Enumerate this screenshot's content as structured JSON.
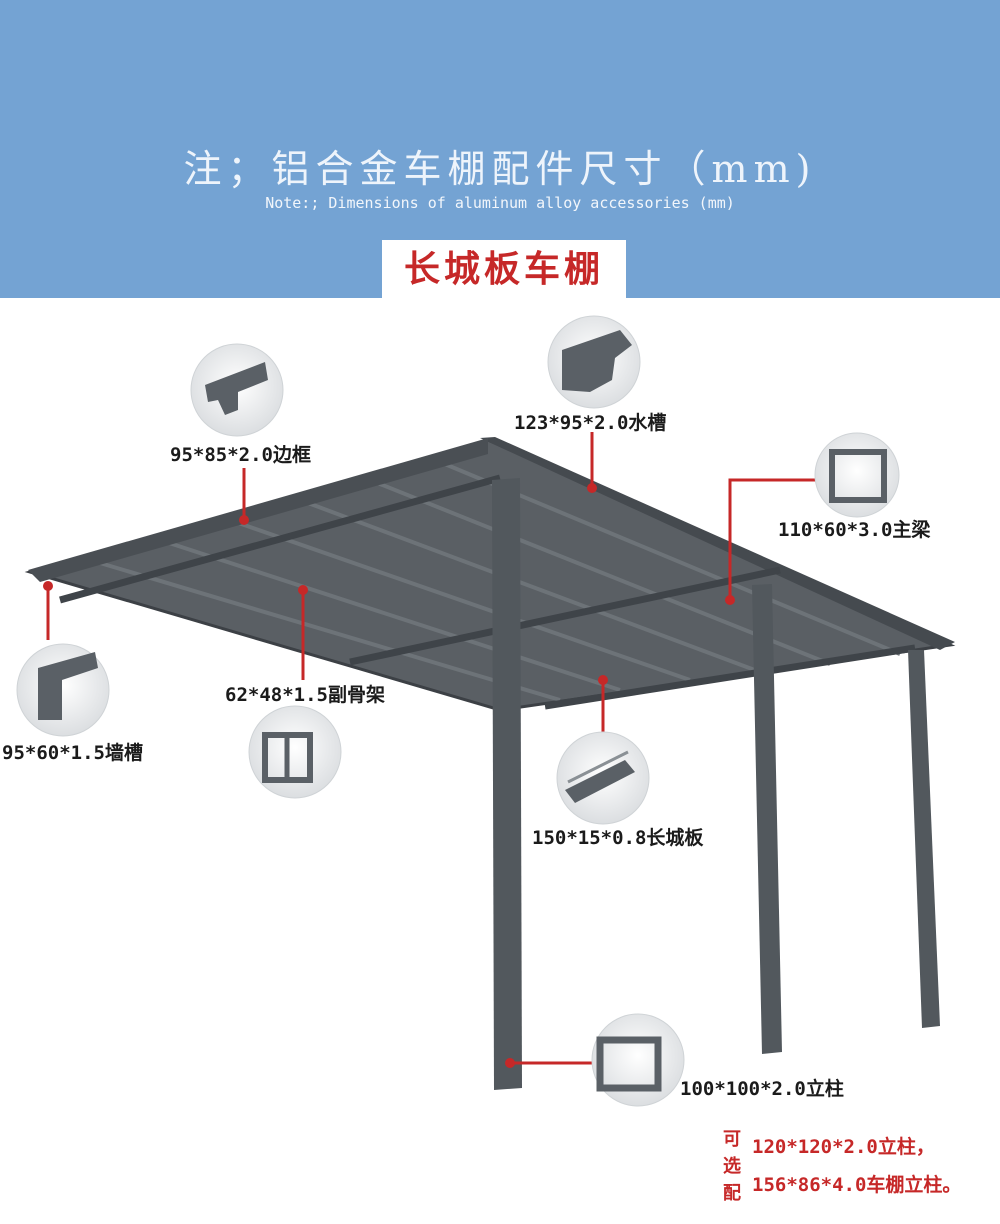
{
  "header": {
    "title_cn": "注；铝合金车棚配件尺寸（mm)",
    "title_en": "Note:; Dimensions of aluminum alloy accessories (mm)",
    "bg_color": "#74a3d3"
  },
  "product_title": "长城板车棚",
  "parts": [
    {
      "name": "edge-frame",
      "label": "95*85*2.0边框"
    },
    {
      "name": "gutter",
      "label": "123*95*2.0水槽"
    },
    {
      "name": "main-beam",
      "label": "110*60*3.0主梁"
    },
    {
      "name": "sub-frame",
      "label": "62*48*1.5副骨架"
    },
    {
      "name": "wall-channel",
      "label": "95*60*1.5墙槽"
    },
    {
      "name": "great-wall-panel",
      "label": "150*15*0.8长城板"
    },
    {
      "name": "column",
      "label": "100*100*2.0立柱"
    }
  ],
  "optional": {
    "vertical": [
      "可",
      "选",
      "配"
    ],
    "line1": "120*120*2.0立柱，",
    "line2": "156*86*4.0车棚立柱。",
    "color": "#c62828"
  },
  "colors": {
    "structure": "#4b5156",
    "leader": "#c62828"
  }
}
